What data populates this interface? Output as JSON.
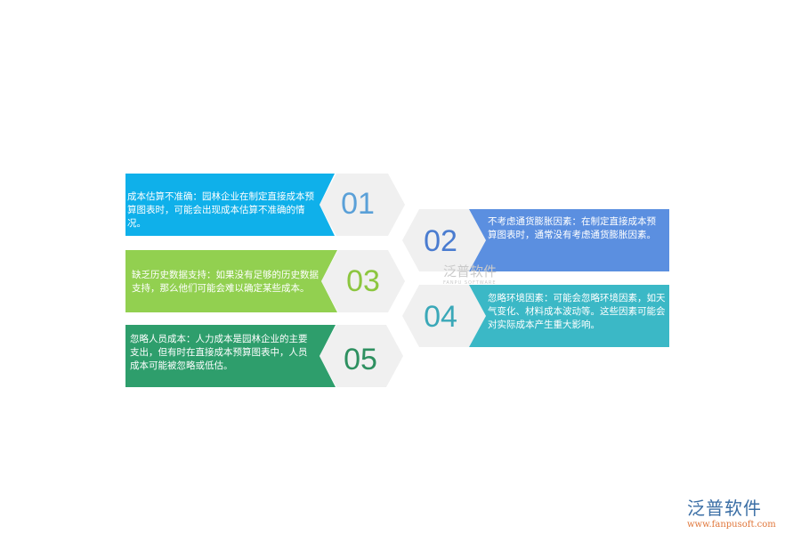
{
  "items": [
    {
      "num": "01",
      "text": "成本估算不准确：园林企业在制定直接成本预算图表时，可能会出现成本估算不准确的情况。",
      "color": "#0fb0ea",
      "num_color": "#5aa0d8"
    },
    {
      "num": "02",
      "text": "不考虑通货膨胀因素：在制定直接成本预算图表时，通常没有考虑通货膨胀因素。",
      "color": "#5b8fe0",
      "num_color": "#4a7cd0"
    },
    {
      "num": "03",
      "text": "缺乏历史数据支持：如果没有足够的历史数据支持，那么他们可能会难以确定某些成本。",
      "color": "#92d050",
      "num_color": "#8cc63f"
    },
    {
      "num": "04",
      "text": "忽略环境因素：可能会忽略环境因素，如天气变化、材料成本波动等。这些因素可能会对实际成本产生重大影响。",
      "color": "#3bb8c6",
      "num_color": "#3aa8b8"
    },
    {
      "num": "05",
      "text": "忽略人员成本：人力成本是园林企业的主要支出，但有时在直接成本预算图表中，人员成本可能被忽略或低估。",
      "color": "#2e9e6c",
      "num_color": "#2e9060"
    }
  ],
  "watermark": {
    "name": "泛普软件",
    "sub": "FANPU SOFTWARE"
  },
  "logo": {
    "name": "泛普软件",
    "url": "www.fanpusoft.com"
  }
}
